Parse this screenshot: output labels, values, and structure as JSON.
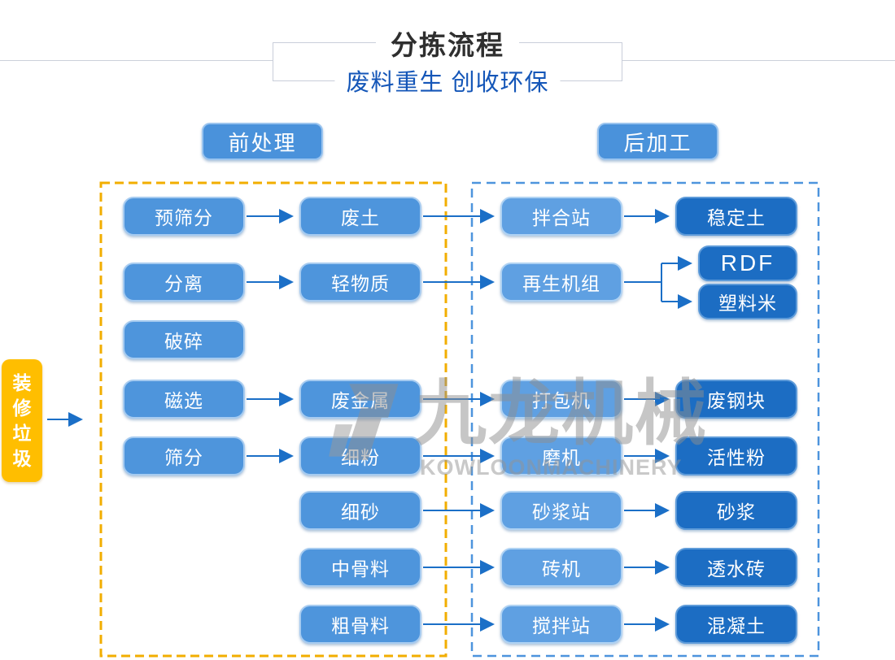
{
  "header": {
    "title": "分拣流程",
    "subtitle": "废料重生 创收环保"
  },
  "sections": {
    "pre_label": "前处理",
    "post_label": "后加工"
  },
  "source": {
    "label": "装修垃圾"
  },
  "watermark": {
    "cn": "九龙机械",
    "en": "KOWLOONMACHINERY"
  },
  "colors": {
    "process_fill": "#4E95DC",
    "process_border": "#A6CBF0",
    "machine_fill": "#5FA0E2",
    "machine_border": "#AFD2F3",
    "output_fill": "#1C6DC3",
    "output_border": "#5E9BD9",
    "arrow": "#1B6FC7",
    "pre_zone_dash": "#F2AE00",
    "post_zone_dash": "#4D94DD",
    "source_fill": "#FFBE00",
    "header_line": "#CBD0DA",
    "title_text": "#2F2F2F",
    "subtitle_text": "#1456B8"
  },
  "nodes": [
    {
      "id": "pre-screening",
      "label": "预筛分",
      "kind": "process",
      "col": "c1",
      "row": "r1"
    },
    {
      "id": "separation",
      "label": "分离",
      "kind": "process",
      "col": "c1",
      "row": "r2"
    },
    {
      "id": "crushing",
      "label": "破碎",
      "kind": "process",
      "col": "c1",
      "row": "r3"
    },
    {
      "id": "magnetic-separation",
      "label": "磁选",
      "kind": "process",
      "col": "c1",
      "row": "r4"
    },
    {
      "id": "screening",
      "label": "筛分",
      "kind": "process",
      "col": "c1",
      "row": "r5"
    },
    {
      "id": "waste-soil",
      "label": "废土",
      "kind": "process",
      "col": "c2",
      "row": "r1"
    },
    {
      "id": "light-material",
      "label": "轻物质",
      "kind": "process",
      "col": "c2",
      "row": "r2"
    },
    {
      "id": "waste-metal",
      "label": "废金属",
      "kind": "process",
      "col": "c2",
      "row": "r4"
    },
    {
      "id": "fine-powder",
      "label": "细粉",
      "kind": "process",
      "col": "c2",
      "row": "r5"
    },
    {
      "id": "fine-sand",
      "label": "细砂",
      "kind": "process",
      "col": "c2",
      "row": "r6"
    },
    {
      "id": "medium-aggregate",
      "label": "中骨料",
      "kind": "process",
      "col": "c2",
      "row": "r7"
    },
    {
      "id": "coarse-aggregate",
      "label": "粗骨料",
      "kind": "process",
      "col": "c2",
      "row": "r8"
    },
    {
      "id": "mixing-station",
      "label": "拌合站",
      "kind": "machine",
      "col": "c3",
      "row": "r1"
    },
    {
      "id": "recycling-unit",
      "label": "再生机组",
      "kind": "machine",
      "col": "c3",
      "row": "r2"
    },
    {
      "id": "baler",
      "label": "打包机",
      "kind": "machine",
      "col": "c3",
      "row": "r4"
    },
    {
      "id": "mill",
      "label": "磨机",
      "kind": "machine",
      "col": "c3",
      "row": "r5"
    },
    {
      "id": "mortar-station",
      "label": "砂浆站",
      "kind": "machine",
      "col": "c3",
      "row": "r6"
    },
    {
      "id": "brick-machine",
      "label": "砖机",
      "kind": "machine",
      "col": "c3",
      "row": "r7"
    },
    {
      "id": "stirring-station",
      "label": "搅拌站",
      "kind": "machine",
      "col": "c3",
      "row": "r8"
    },
    {
      "id": "stabilized-soil",
      "label": "稳定土",
      "kind": "output",
      "col": "c4",
      "row": "r1"
    },
    {
      "id": "rdf",
      "label": "RDF",
      "kind": "output",
      "col": "c4s",
      "row": "r2a",
      "small": true
    },
    {
      "id": "plastic-pellets",
      "label": "塑料米",
      "kind": "output",
      "col": "c4s",
      "row": "r2b",
      "small": true
    },
    {
      "id": "scrap-steel",
      "label": "废钢块",
      "kind": "output",
      "col": "c4",
      "row": "r4"
    },
    {
      "id": "active-powder",
      "label": "活性粉",
      "kind": "output",
      "col": "c4",
      "row": "r5"
    },
    {
      "id": "mortar",
      "label": "砂浆",
      "kind": "output",
      "col": "c4",
      "row": "r6"
    },
    {
      "id": "permeable-brick",
      "label": "透水砖",
      "kind": "output",
      "col": "c4",
      "row": "r7"
    },
    {
      "id": "concrete",
      "label": "混凝土",
      "kind": "output",
      "col": "c4",
      "row": "r8"
    }
  ],
  "edges": [
    {
      "type": "source"
    },
    {
      "from": "pre-screening",
      "to": "waste-soil"
    },
    {
      "from": "waste-soil",
      "to": "mixing-station"
    },
    {
      "from": "mixing-station",
      "to": "stabilized-soil"
    },
    {
      "from": "separation",
      "to": "light-material"
    },
    {
      "from": "light-material",
      "to": "recycling-unit"
    },
    {
      "type": "branch",
      "from": "recycling-unit",
      "to": [
        "rdf",
        "plastic-pellets"
      ]
    },
    {
      "from": "magnetic-separation",
      "to": "waste-metal"
    },
    {
      "from": "waste-metal",
      "to": "baler"
    },
    {
      "from": "baler",
      "to": "scrap-steel"
    },
    {
      "from": "screening",
      "to": "fine-powder"
    },
    {
      "from": "fine-powder",
      "to": "mill"
    },
    {
      "from": "mill",
      "to": "active-powder"
    },
    {
      "from": "fine-sand",
      "to": "mortar-station"
    },
    {
      "from": "mortar-station",
      "to": "mortar"
    },
    {
      "from": "medium-aggregate",
      "to": "brick-machine"
    },
    {
      "from": "brick-machine",
      "to": "permeable-brick"
    },
    {
      "from": "coarse-aggregate",
      "to": "stirring-station"
    },
    {
      "from": "stirring-station",
      "to": "concrete"
    }
  ]
}
